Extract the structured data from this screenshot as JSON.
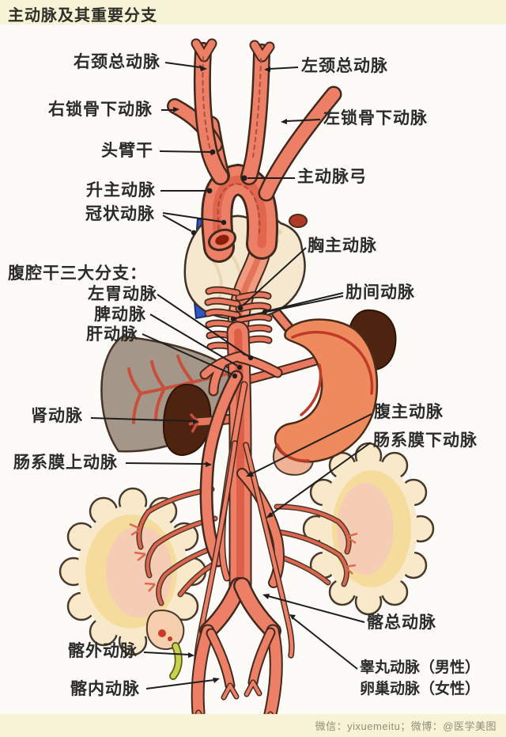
{
  "header": {
    "title": "主动脉及其重要分支"
  },
  "footer": {
    "watermark": "微信：yixuemeitu；微博：@医学美图"
  },
  "diagram": {
    "labels_left": [
      {
        "text": "右颈总动脉"
      },
      {
        "text": "右锁骨下动脉"
      },
      {
        "text": "头臂干"
      },
      {
        "text": "升主动脉"
      },
      {
        "text": "冠状动脉"
      },
      {
        "text": "腹腔干三大分支："
      },
      {
        "text": "左胃动脉"
      },
      {
        "text": "脾动脉"
      },
      {
        "text": "肝动脉"
      },
      {
        "text": "肾动脉"
      },
      {
        "text": "肠系膜上动脉"
      },
      {
        "text": "髂外动脉"
      },
      {
        "text": "髂内动脉"
      }
    ],
    "labels_right": [
      {
        "text": "左颈总动脉"
      },
      {
        "text": "左锁骨下动脉"
      },
      {
        "text": "主动脉弓"
      },
      {
        "text": "胸主动脉"
      },
      {
        "text": "肋间动脉"
      },
      {
        "text": "腹主动脉"
      },
      {
        "text": "肠系膜下动脉"
      },
      {
        "text": "髂总动脉"
      },
      {
        "text": "睾丸动脉（男性）"
      },
      {
        "text": "卵巢动脉（女性）"
      }
    ],
    "colors": {
      "background": "#fcfbf8",
      "band": "#f7f3d6",
      "artery": "#ec7f66",
      "artery_dark": "#d95a43",
      "outline": "#42291d",
      "vein_blue": "#2e56c5",
      "heart": "#f5e8cf",
      "liver": "#a49689",
      "kidney": "#4e2410",
      "stomach": "#ee8a5e",
      "intestine": "#f8e9cb",
      "intestine_inner": "#f5cdb5",
      "label_text": "#2b2b28"
    }
  }
}
